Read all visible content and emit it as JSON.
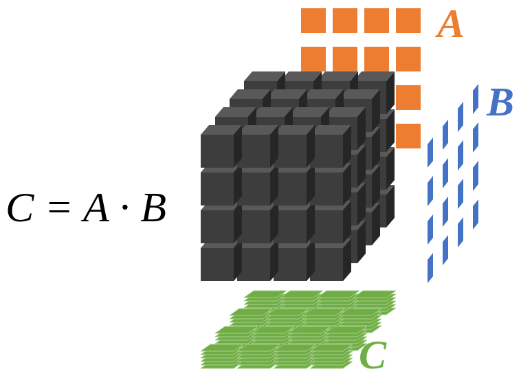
{
  "diagram": {
    "labels": [
      "A",
      "B",
      "C = A · B",
      "C"
    ]
  }
}
